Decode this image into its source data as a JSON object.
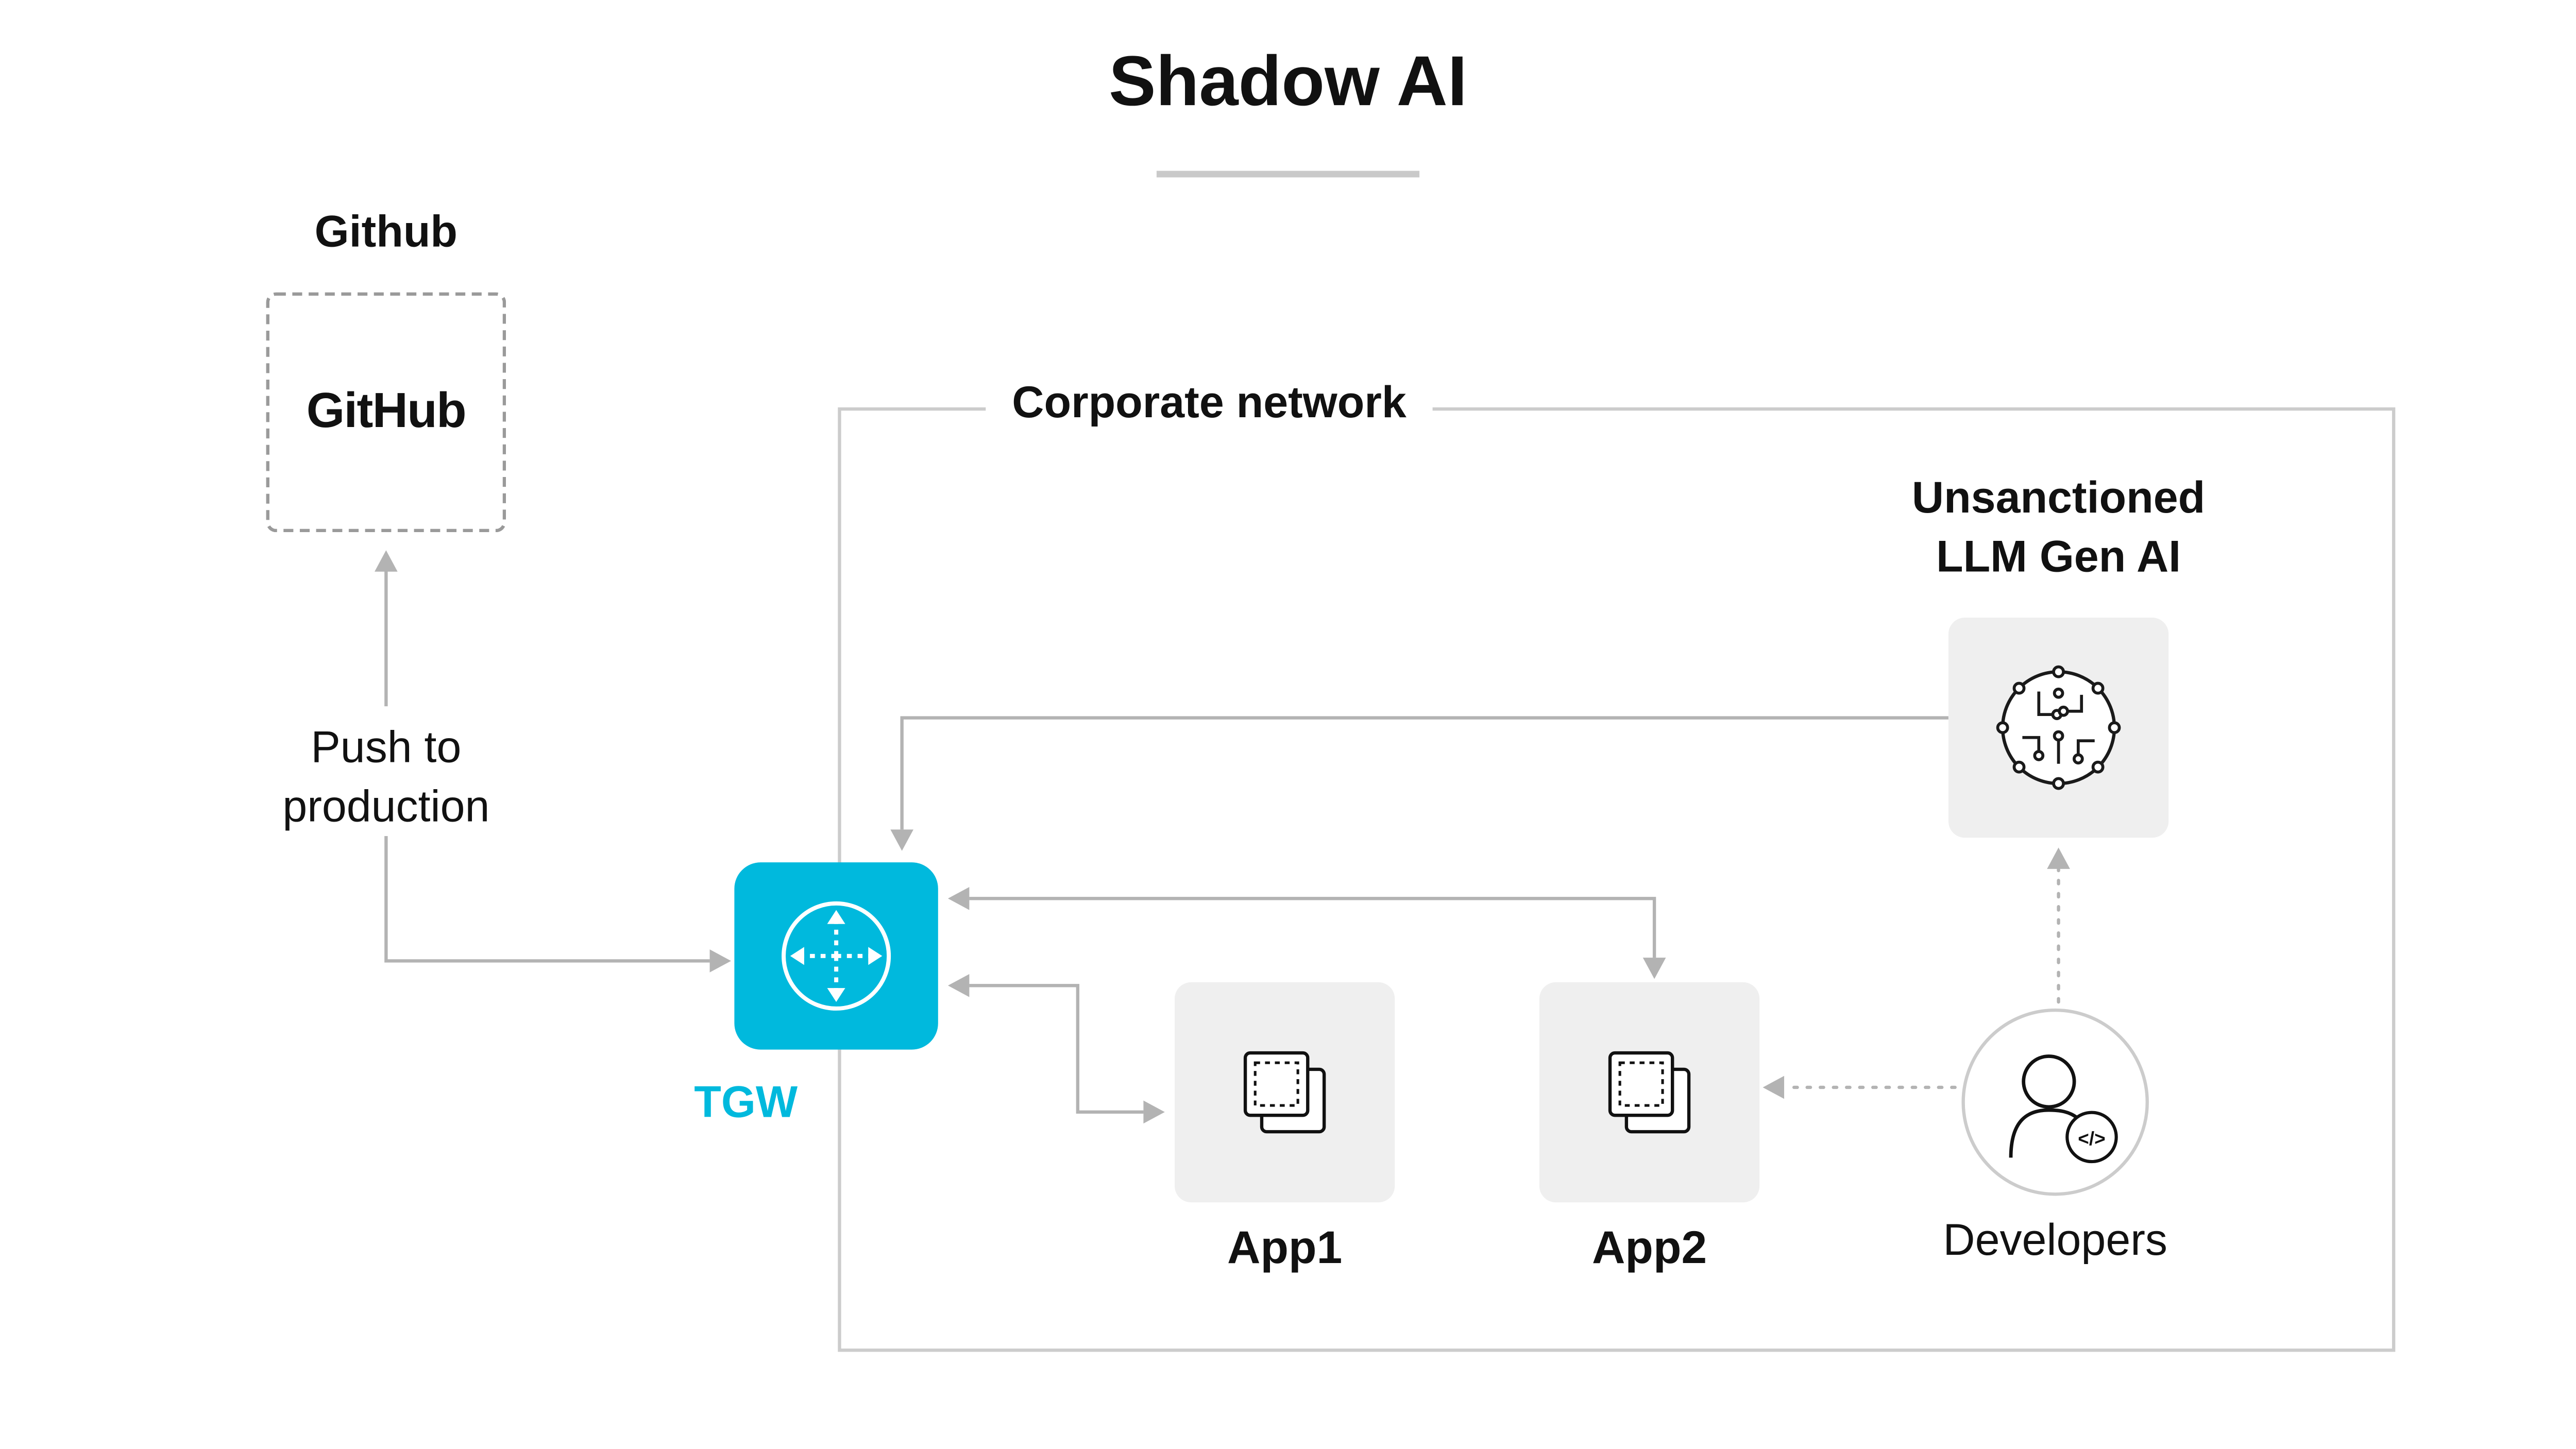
{
  "colors": {
    "accent": "#00b9dd",
    "arrow": "#b3b3b3",
    "box_fill": "#efefef",
    "network_border": "#cccccc",
    "text": "#111111"
  },
  "title": {
    "text": "Shadow AI"
  },
  "github": {
    "heading": "Github",
    "logo_text": "GitHub"
  },
  "push": {
    "line1": "Push to",
    "line2": "production"
  },
  "tgw": {
    "label": "TGW"
  },
  "network": {
    "label": "Corporate network"
  },
  "llm": {
    "label_line1": "Unsanctioned",
    "label_line2": "LLM Gen AI"
  },
  "app1": {
    "label": "App1"
  },
  "app2": {
    "label": "App2"
  },
  "developers": {
    "label": "Developers",
    "badge": "</>"
  }
}
